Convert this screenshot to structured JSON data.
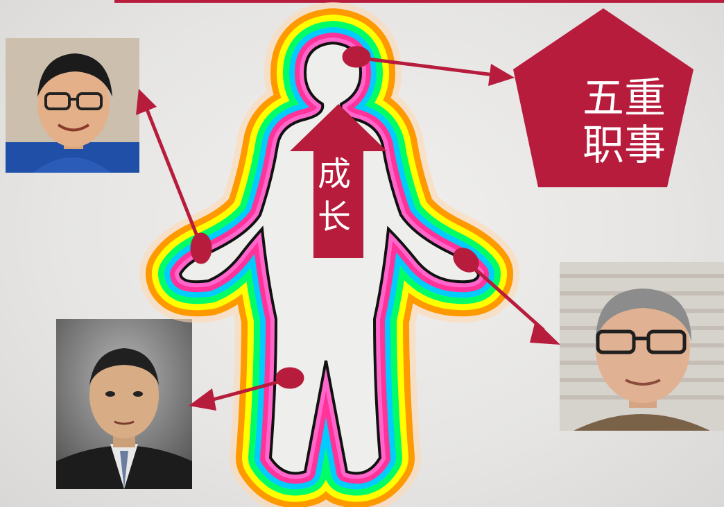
{
  "diagram": {
    "arrow_label": "成长",
    "pentagon_line1": "五重",
    "pentagon_line2": "职事"
  },
  "colors": {
    "accent": "#b71c3c",
    "outline": "#111111",
    "aura": [
      "#ff66cc",
      "#ff3399",
      "#00ccff",
      "#00ff66",
      "#ffff00",
      "#ff9900"
    ]
  },
  "icons": {
    "figure": "human-silhouette-with-rainbow-aura",
    "pentagon": "pentagon-shape",
    "portraits": [
      "portrait-man-glasses-blue-shirt",
      "portrait-man-suit",
      "portrait-older-man-glasses"
    ]
  }
}
